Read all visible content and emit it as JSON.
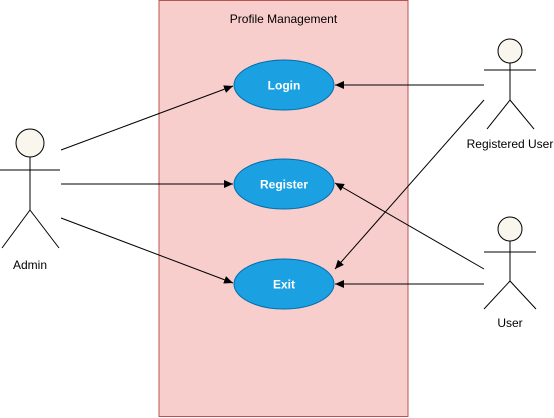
{
  "system": {
    "title": "Profile Management",
    "fill": "#f8cecc",
    "stroke": "#b85450"
  },
  "use_cases": {
    "login": "Login",
    "register": "Register",
    "exit": "Exit",
    "fill": "#1ba1e2",
    "stroke": "#006eaf"
  },
  "actors": {
    "admin": "Admin",
    "registered_user": "Registered User",
    "user": "User",
    "head_fill": "#f9f7ed"
  }
}
